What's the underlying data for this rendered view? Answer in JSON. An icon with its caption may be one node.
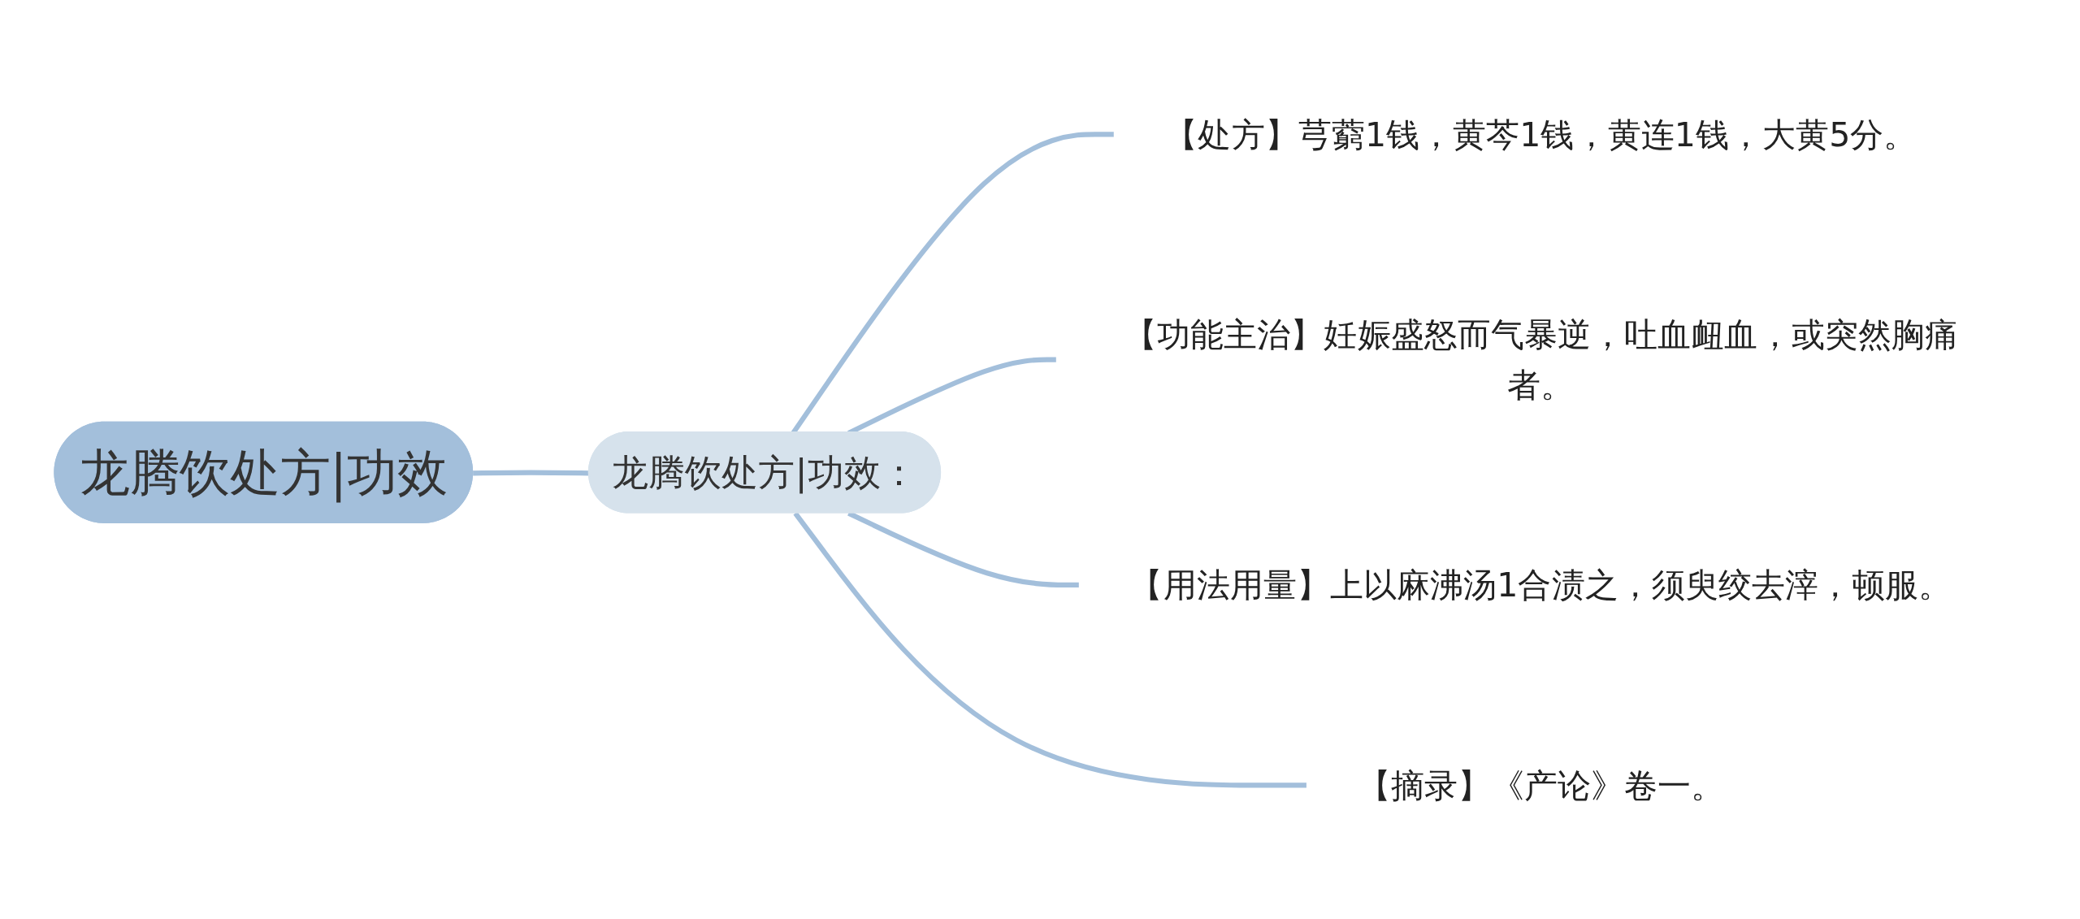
{
  "diagram": {
    "nodes": [
      {
        "text": [
          "龙腾饮处方|功效"
        ]
      },
      {
        "text": [
          "龙腾饮处方|功效："
        ]
      },
      {
        "text": [
          "【处方】芎藭1钱，黄芩1钱，黄连1钱，大黄5分。"
        ]
      },
      {
        "text": [
          "【功能主治】妊娠盛怒而气暴逆，吐血衄血，或突然胸痛者。"
        ]
      },
      {
        "text": [
          "【用法用量】上以麻沸汤1合渍之，须臾绞去滓，顿服。"
        ]
      },
      {
        "text": [
          "【摘录】《产论》卷一。"
        ]
      }
    ],
    "edges": [
      {
        "from": 0,
        "to": 1,
        "arrow": "none"
      },
      {
        "from": 1,
        "to": 2,
        "arrow": "none"
      },
      {
        "from": 1,
        "to": 3,
        "arrow": "none"
      },
      {
        "from": 1,
        "to": 4,
        "arrow": "none"
      },
      {
        "from": 1,
        "to": 5,
        "arrow": "none"
      }
    ]
  }
}
